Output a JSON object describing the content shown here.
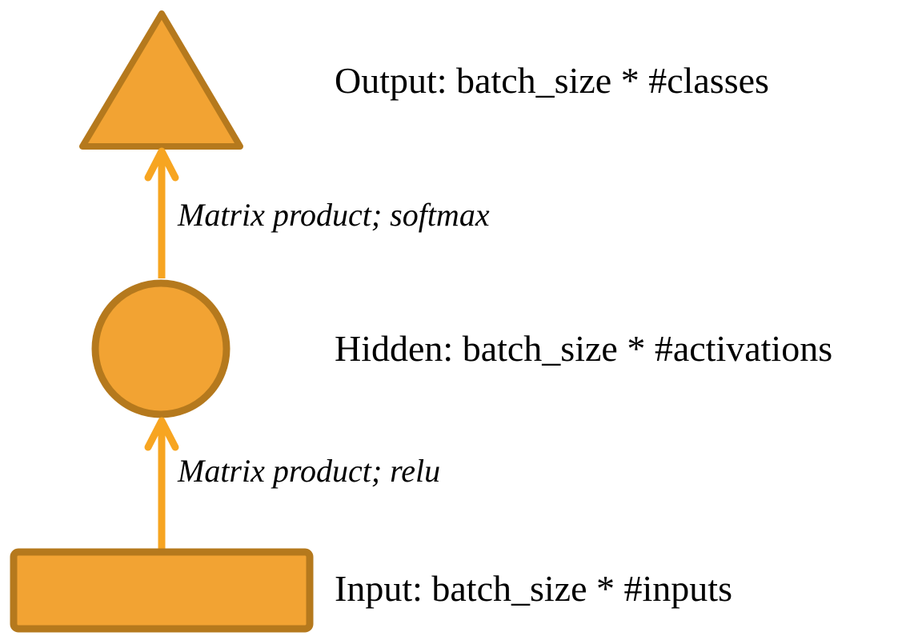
{
  "diagram": {
    "title": "Neural network layer shapes diagram",
    "colors": {
      "shape_fill": "#F2A333",
      "shape_stroke": "#B5791D",
      "arrow": "#F7A521",
      "text": "#000000",
      "background": "#ffffff"
    },
    "nodes": [
      {
        "id": "output",
        "shape": "triangle",
        "label": "Output: batch_size * #classes"
      },
      {
        "id": "hidden",
        "shape": "circle",
        "label": "Hidden: batch_size * #activations"
      },
      {
        "id": "input",
        "shape": "rectangle",
        "label": "Input: batch_size * #inputs"
      }
    ],
    "edges": [
      {
        "from": "hidden",
        "to": "output",
        "label": "Matrix product; softmax"
      },
      {
        "from": "input",
        "to": "hidden",
        "label": "Matrix product; relu"
      }
    ]
  }
}
